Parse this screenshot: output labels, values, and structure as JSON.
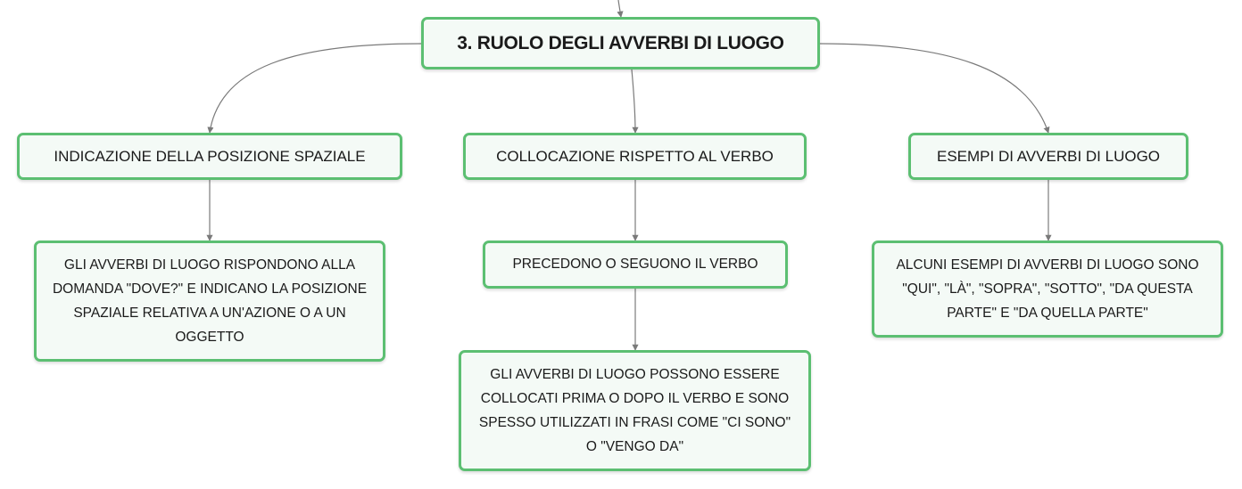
{
  "diagram": {
    "root": {
      "title": "3. RUOLO DEGLI AVVERBI DI LUOGO"
    },
    "branches": [
      {
        "label": "INDICAZIONE DELLA POSIZIONE SPAZIALE",
        "detail": "GLI AVVERBI DI LUOGO RISPONDONO ALLA DOMANDA \"DOVE?\" E INDICANO LA POSIZIONE SPAZIALE RELATIVA A UN'AZIONE O A UN OGGETTO"
      },
      {
        "label": "COLLOCAZIONE RISPETTO AL VERBO",
        "sub": "PRECEDONO O SEGUONO IL VERBO",
        "detail": "GLI AVVERBI DI LUOGO POSSONO ESSERE COLLOCATI PRIMA O DOPO IL VERBO E SONO SPESSO UTILIZZATI IN FRASI COME \"CI SONO\" O \"VENGO DA\""
      },
      {
        "label": "ESEMPI DI AVVERBI DI LUOGO",
        "detail": "ALCUNI ESEMPI DI AVVERBI DI LUOGO SONO \"QUI\", \"LÀ\", \"SOPRA\", \"SOTTO\", \"DA QUESTA PARTE\" E \"DA QUELLA PARTE\""
      }
    ]
  },
  "colors": {
    "node_border": "#5cbf72",
    "node_fill": "#f4faf6",
    "connector": "#7a7a7a",
    "text": "#1a1a1a"
  }
}
